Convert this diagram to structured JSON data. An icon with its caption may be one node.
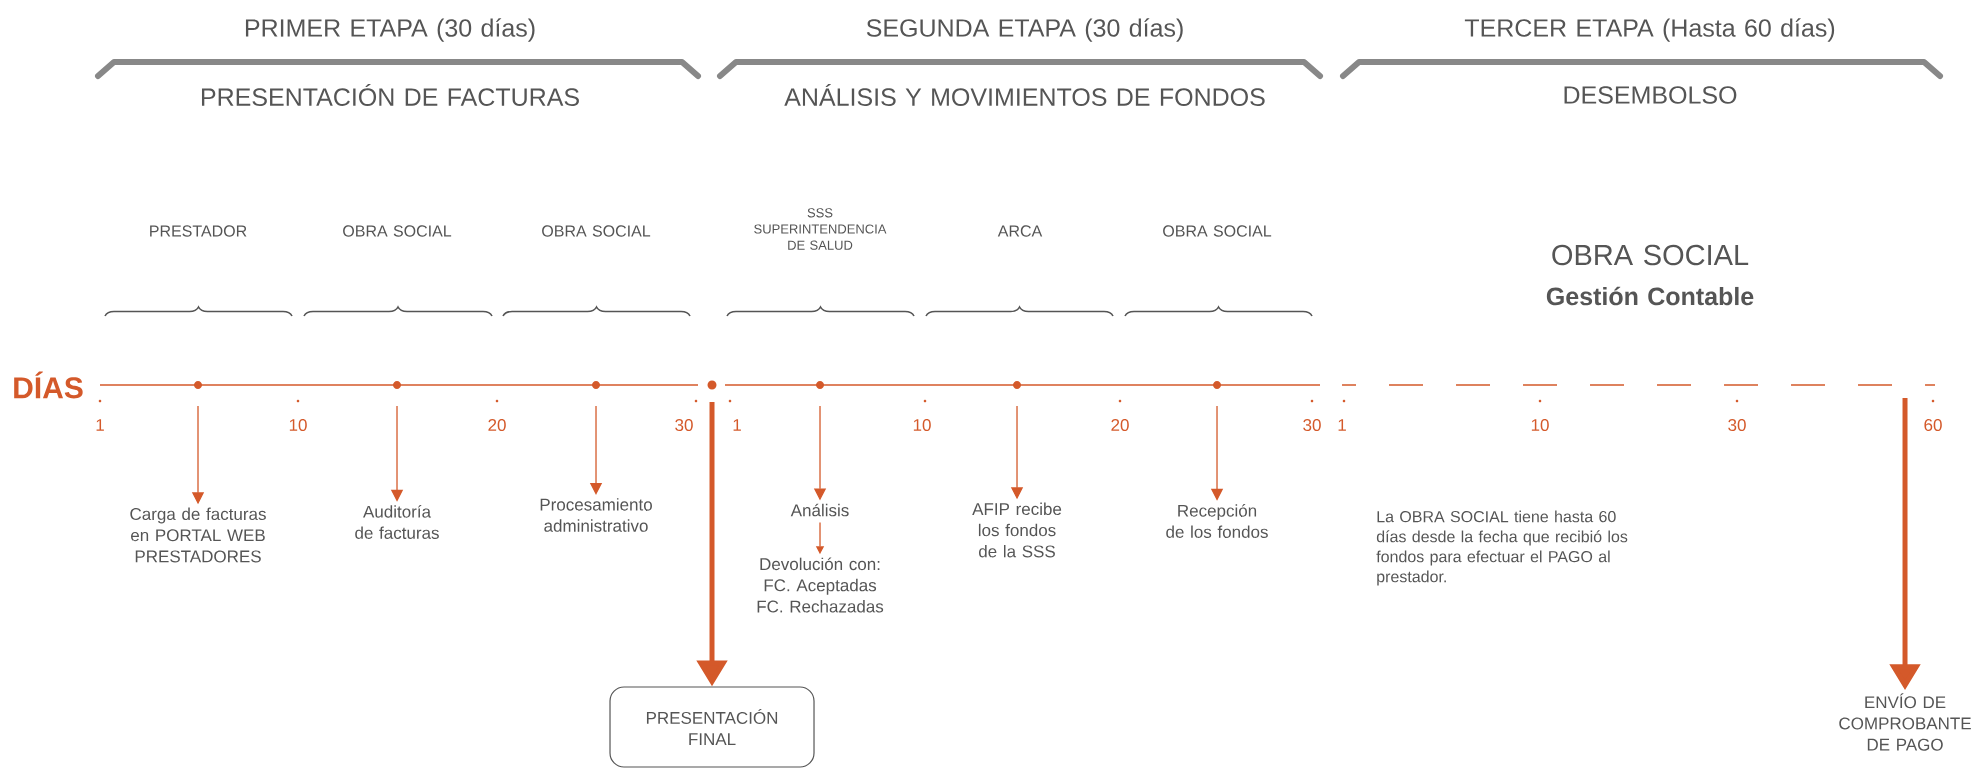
{
  "diagram": {
    "nodes": [
      {
        "text": [
          "Carga de facturas en PORTAL WEB PRESTADORES"
        ]
      },
      {
        "text": [
          "Auditoría de facturas"
        ]
      },
      {
        "text": [
          "Procesamiento administrativo"
        ]
      },
      {
        "text": [
          "Análisis"
        ]
      },
      {
        "text": [
          "Devolución con: FC. Aceptadas FC. Rechazadas"
        ]
      },
      {
        "text": [
          "AFIP recibe los fondos de la SSS"
        ]
      },
      {
        "text": [
          "Recepción de los fondos"
        ]
      },
      {
        "text": [
          "PRESENTACIÓN FINAL"
        ]
      },
      {
        "text": [
          "ENVÍO DE COMPROBANTE DE PAGO"
        ]
      }
    ],
    "edges": [
      {
        "from": null,
        "to": 0,
        "arrow": "to"
      },
      {
        "from": null,
        "to": 1,
        "arrow": "to"
      },
      {
        "from": null,
        "to": 2,
        "arrow": "to"
      },
      {
        "from": null,
        "to": 3,
        "arrow": "to"
      },
      {
        "from": 3,
        "to": 4,
        "arrow": "to"
      },
      {
        "from": null,
        "to": 5,
        "arrow": "to"
      },
      {
        "from": null,
        "to": 6,
        "arrow": "to"
      },
      {
        "from": null,
        "to": 7,
        "arrow": "to",
        "style": "thick"
      },
      {
        "from": null,
        "to": 8,
        "arrow": "to",
        "style": "thick"
      }
    ],
    "labels": [
      "PRIMER ETAPA (30 días)",
      "SEGUNDA ETAPA (30 días)",
      "TERCER ETAPA (Hasta 60 días)",
      "PRESENTACIÓN DE FACTURAS",
      "ANÁLISIS Y MOVIMIENTOS DE FONDOS",
      "DESEMBOLSO",
      "PRESTADOR",
      "OBRA SOCIAL",
      "OBRA SOCIAL",
      "SSS SUPERINTENDENCIA DE SALUD",
      "ARCA",
      "OBRA SOCIAL",
      "OBRA SOCIAL",
      "Gestión Contable",
      "DÍAS",
      "1",
      "10",
      "20",
      "30",
      "1",
      "10",
      "20",
      "30",
      "1",
      "10",
      "30",
      "60",
      "La OBRA SOCIAL tiene hasta 60 días desde la fecha que recibió los fondos para efectuar el PAGO al prestador."
    ]
  }
}
